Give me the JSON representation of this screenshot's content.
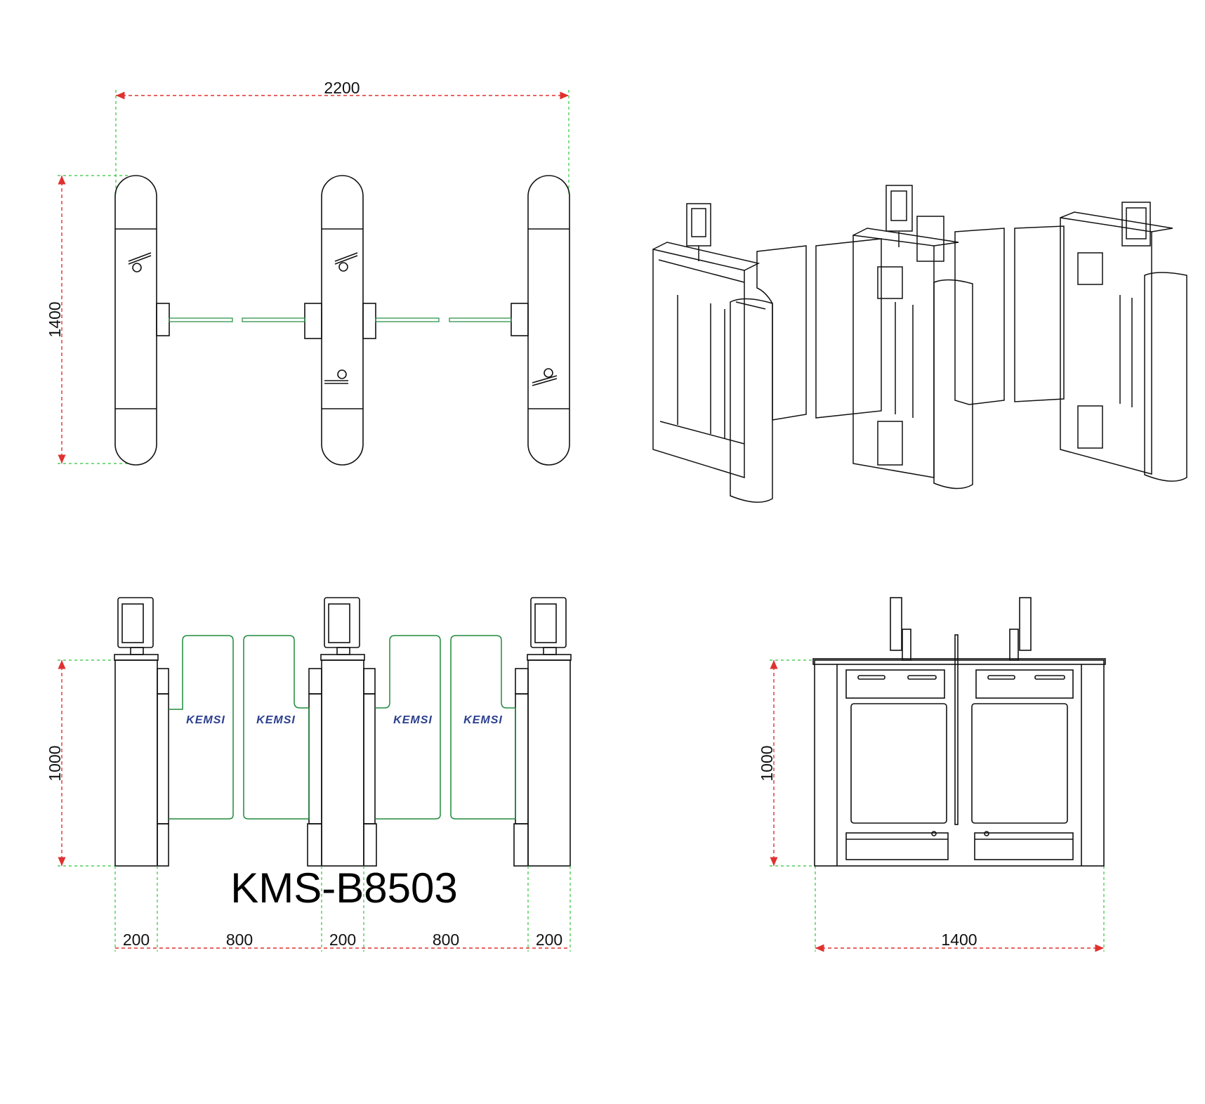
{
  "model_name": "KMS-B8503",
  "brand_label": "KEMSI",
  "colors": {
    "outline": "#111111",
    "dimension_line": "#e0312f",
    "extension_line": "#2fc43a",
    "glass_panel": "#1f8a3c",
    "brand_text": "#2c3f8f"
  },
  "top_view": {
    "overall_width": "2200",
    "depth": "1400"
  },
  "front_view": {
    "height": "1000",
    "segments": [
      "200",
      "800",
      "200",
      "800",
      "200"
    ]
  },
  "side_view": {
    "height": "1000",
    "width": "1400"
  }
}
